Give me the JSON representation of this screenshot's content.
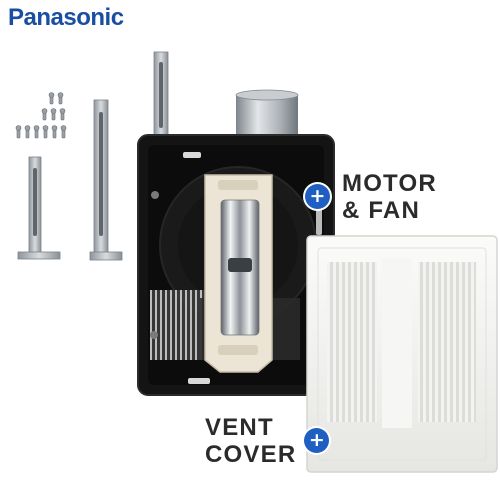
{
  "brand": {
    "logo_text": "Panasonic",
    "color": "#1a4ea2"
  },
  "callouts": [
    {
      "line1": "MOTOR",
      "line2": "& FAN",
      "icon": "plus-icon",
      "badge_symbol": "+"
    },
    {
      "line1": "VENT",
      "line2": "COVER",
      "icon": "plus-icon",
      "badge_symbol": "+"
    }
  ],
  "colors": {
    "accent": "#1f5fc2",
    "text": "#2b2b2b",
    "housing": "#141414",
    "metal": "#b7bcc2",
    "cover": "#f1f1ef"
  }
}
